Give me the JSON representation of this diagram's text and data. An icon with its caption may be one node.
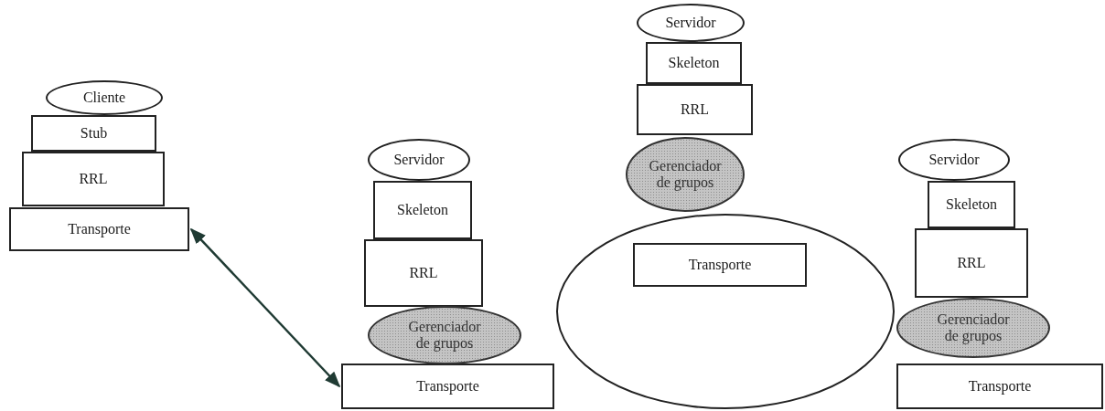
{
  "diagram": {
    "nodes": [
      {
        "text": [
          "Cliente"
        ]
      },
      {
        "text": [
          "Stub"
        ]
      },
      {
        "text": [
          "RRL"
        ]
      },
      {
        "text": [
          "Transporte"
        ]
      },
      {
        "text": [
          "Servidor"
        ]
      },
      {
        "text": [
          "Skeleton"
        ]
      },
      {
        "text": [
          "RRL"
        ]
      },
      {
        "text": [
          "Gerenciador de grupos"
        ]
      },
      {
        "text": [
          "Transporte"
        ]
      },
      {
        "text": [],
        "shape": "circle"
      },
      {
        "text": [
          "Servidor"
        ]
      },
      {
        "text": [
          "Skeleton"
        ]
      },
      {
        "text": [
          "RRL"
        ]
      },
      {
        "text": [
          "Gerenciador de grupos"
        ]
      },
      {
        "text": [
          "Transporte"
        ],
        "in": 9
      },
      {
        "text": [
          "Servidor"
        ]
      },
      {
        "text": [
          "Skeleton"
        ]
      },
      {
        "text": [
          "RRL"
        ]
      },
      {
        "text": [
          "Gerenciador de grupos"
        ]
      },
      {
        "text": [
          "Transporte"
        ]
      }
    ],
    "edges": [
      {
        "from": 3,
        "to": 8,
        "arrow": "both"
      }
    ]
  }
}
